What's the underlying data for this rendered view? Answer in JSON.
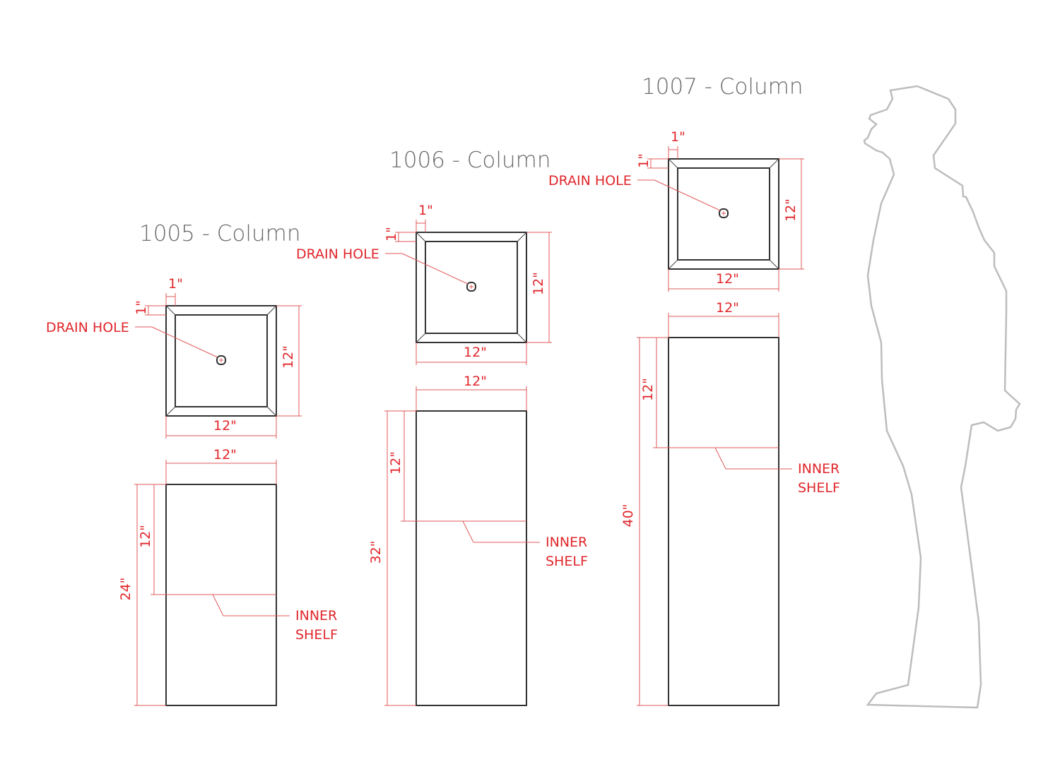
{
  "columns": [
    {
      "title": "1005 - Column",
      "top_width": "12\"",
      "top_depth": "12\"",
      "wall_x": "1\"",
      "wall_y": "1\"",
      "drain_label": "DRAIN HOLE",
      "elev_width": "12\"",
      "shelf_height": "12\"",
      "total_height": "24\"",
      "shelf_label_1": "INNER",
      "shelf_label_2": "SHELF",
      "height_in": 24
    },
    {
      "title": "1006 - Column",
      "top_width": "12\"",
      "top_depth": "12\"",
      "wall_x": "1\"",
      "wall_y": "1\"",
      "drain_label": "DRAIN HOLE",
      "elev_width": "12\"",
      "shelf_height": "12\"",
      "total_height": "32\"",
      "shelf_label_1": "INNER",
      "shelf_label_2": "SHELF",
      "height_in": 32
    },
    {
      "title": "1007 - Column",
      "top_width": "12\"",
      "top_depth": "12\"",
      "wall_x": "1\"",
      "wall_y": "1\"",
      "drain_label": "DRAIN HOLE",
      "elev_width": "12\"",
      "shelf_height": "12\"",
      "total_height": "40\"",
      "shelf_label_1": "INNER",
      "shelf_label_2": "SHELF",
      "height_in": 40
    }
  ],
  "colors": {
    "dimension": "#e0262b",
    "outline": "#333333",
    "person": "#bdbdbd",
    "title": "#6b6b6b"
  }
}
